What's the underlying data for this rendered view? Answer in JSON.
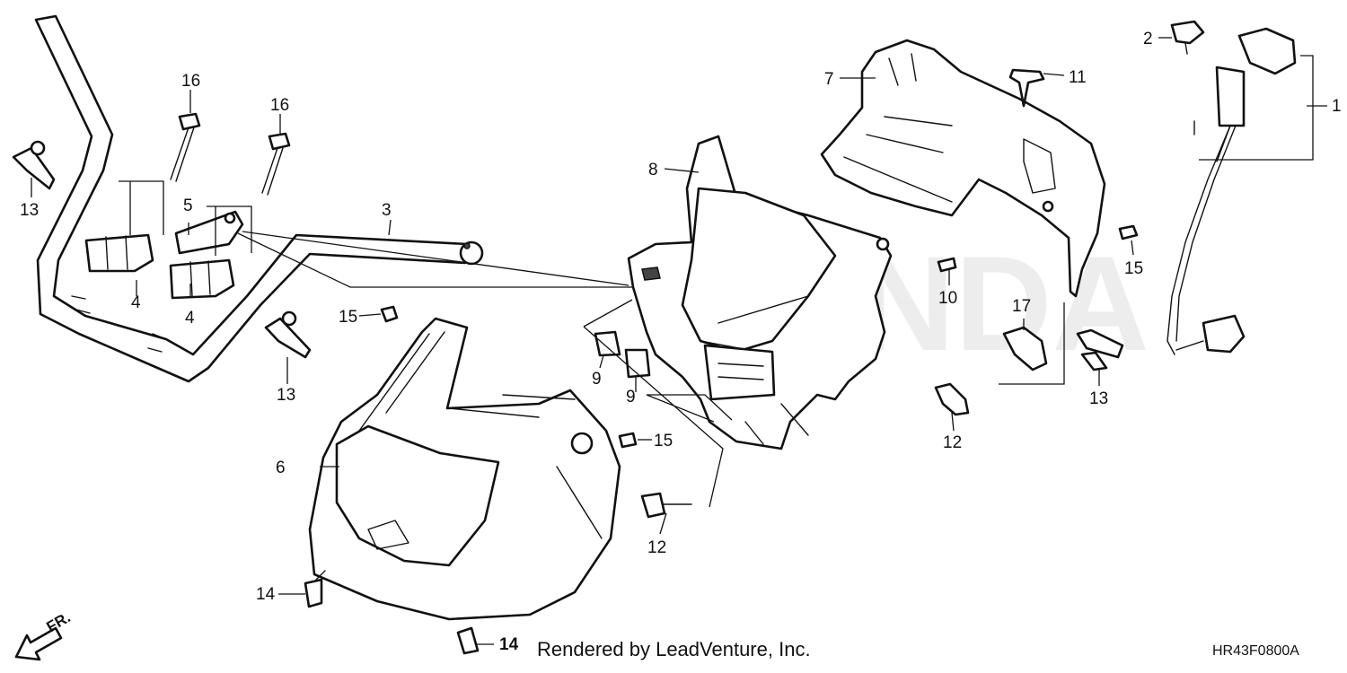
{
  "diagram": {
    "callouts": {
      "c1": "1",
      "c2": "2",
      "c3": "3",
      "c4a": "4",
      "c4b": "4",
      "c5": "5",
      "c6": "6",
      "c7": "7",
      "c8": "8",
      "c9a": "9",
      "c9b": "9",
      "c10": "10",
      "c11": "11",
      "c12a": "12",
      "c12b": "12",
      "c13a": "13",
      "c13b": "13",
      "c13c": "13",
      "c14a": "14",
      "c14b": "14",
      "c15a": "15",
      "c15b": "15",
      "c15c": "15",
      "c16a": "16",
      "c16b": "16",
      "c17": "17"
    },
    "direction_label": "FR.",
    "credit": "Rendered by LeadVenture, Inc.",
    "diagram_code": "HR43F0800A"
  }
}
